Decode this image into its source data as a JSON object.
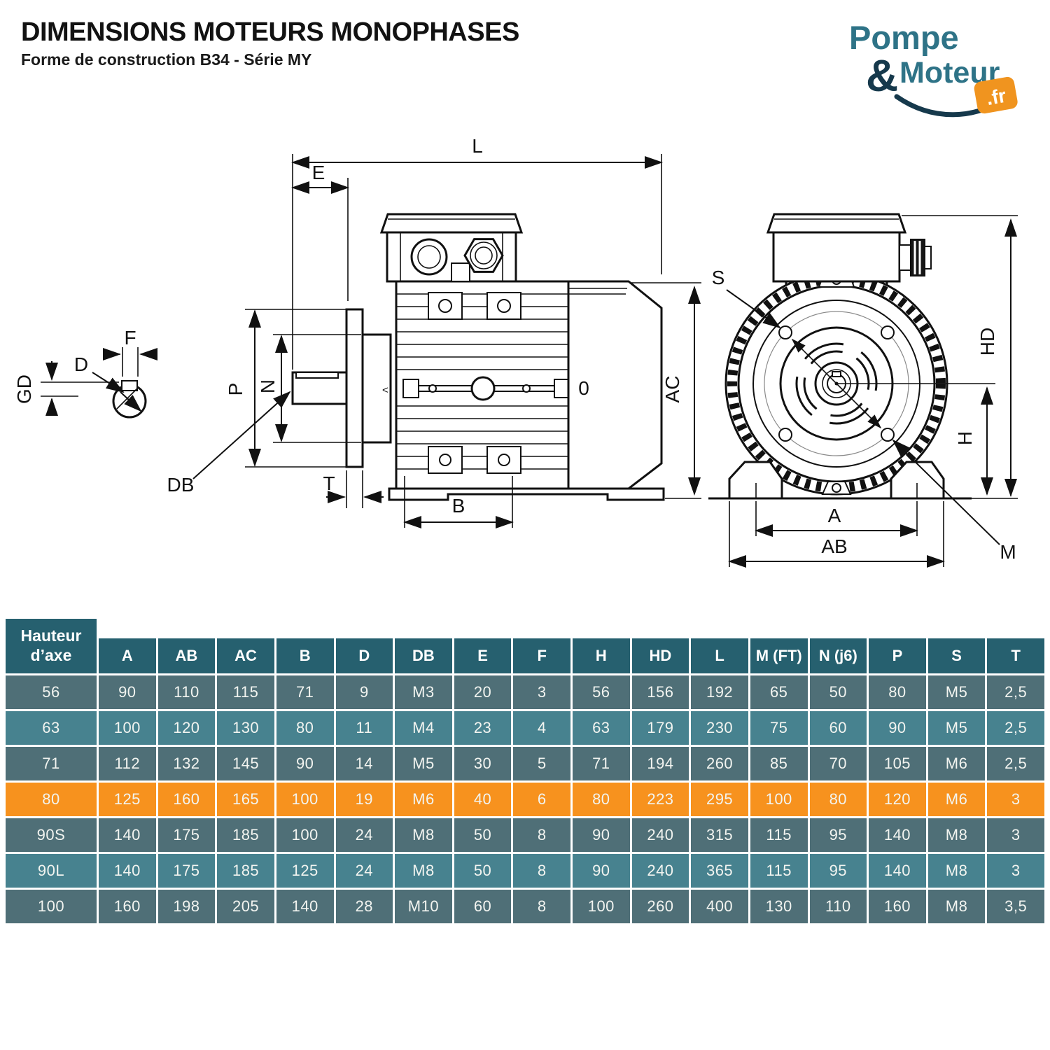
{
  "page": {
    "title": "DIMENSIONS MOTEURS MONOPHASES",
    "subtitle": "Forme de construction B34 - Série MY"
  },
  "logo": {
    "word1": "Pompe",
    "ampersand": "&",
    "word2": "Moteur",
    "badge": ".fr",
    "colors": {
      "teal": "#2E7387",
      "navy": "#16394C",
      "orange": "#F0941F"
    }
  },
  "diagram": {
    "labels": {
      "l": "L",
      "e": "E",
      "p": "P",
      "n": "N",
      "db": "DB",
      "t": "T",
      "b": "B",
      "ac": "AC",
      "o": "0",
      "f": "F",
      "d": "D",
      "gd": "GD",
      "s": "S",
      "hd": "HD",
      "h": "H",
      "a": "A",
      "ab": "AB",
      "m": "M"
    }
  },
  "table": {
    "headers": [
      "Hauteur d’axe",
      "A",
      "AB",
      "AC",
      "B",
      "D",
      "DB",
      "E",
      "F",
      "H",
      "HD",
      "L",
      "M (FT)",
      "N (j6)",
      "P",
      "S",
      "T"
    ],
    "rows": [
      {
        "cells": [
          "56",
          "90",
          "110",
          "115",
          "71",
          "9",
          "M3",
          "20",
          "3",
          "56",
          "156",
          "192",
          "65",
          "50",
          "80",
          "M5",
          "2,5"
        ],
        "highlight": false
      },
      {
        "cells": [
          "63",
          "100",
          "120",
          "130",
          "80",
          "11",
          "M4",
          "23",
          "4",
          "63",
          "179",
          "230",
          "75",
          "60",
          "90",
          "M5",
          "2,5"
        ],
        "highlight": false
      },
      {
        "cells": [
          "71",
          "112",
          "132",
          "145",
          "90",
          "14",
          "M5",
          "30",
          "5",
          "71",
          "194",
          "260",
          "85",
          "70",
          "105",
          "M6",
          "2,5"
        ],
        "highlight": false
      },
      {
        "cells": [
          "80",
          "125",
          "160",
          "165",
          "100",
          "19",
          "M6",
          "40",
          "6",
          "80",
          "223",
          "295",
          "100",
          "80",
          "120",
          "M6",
          "3"
        ],
        "highlight": true
      },
      {
        "cells": [
          "90S",
          "140",
          "175",
          "185",
          "100",
          "24",
          "M8",
          "50",
          "8",
          "90",
          "240",
          "315",
          "115",
          "95",
          "140",
          "M8",
          "3"
        ],
        "highlight": false
      },
      {
        "cells": [
          "90L",
          "140",
          "175",
          "185",
          "125",
          "24",
          "M8",
          "50",
          "8",
          "90",
          "240",
          "365",
          "115",
          "95",
          "140",
          "M8",
          "3"
        ],
        "highlight": false
      },
      {
        "cells": [
          "100",
          "160",
          "198",
          "205",
          "140",
          "28",
          "M10",
          "60",
          "8",
          "100",
          "260",
          "400",
          "130",
          "110",
          "160",
          "M8",
          "3,5"
        ],
        "highlight": false
      }
    ],
    "colors": {
      "header": "#26606F",
      "row_dark": "#4F6F77",
      "row_light": "#47828F",
      "highlight": "#F7921E"
    }
  }
}
